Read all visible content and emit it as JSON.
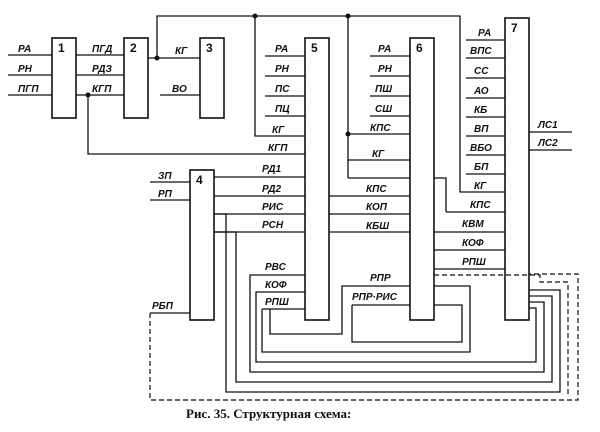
{
  "caption": "Рис. 35. Структурная схема:",
  "blocks": [
    {
      "id": "1",
      "label": "1"
    },
    {
      "id": "2",
      "label": "2"
    },
    {
      "id": "3",
      "label": "3"
    },
    {
      "id": "4",
      "label": "4"
    },
    {
      "id": "5",
      "label": "5"
    },
    {
      "id": "6",
      "label": "6"
    },
    {
      "id": "7",
      "label": "7"
    }
  ],
  "signals": {
    "b1_in": [
      "РА",
      "РН",
      "ПГП"
    ],
    "b2_in": [
      "ПГД",
      "РДЗ",
      "КГП"
    ],
    "b3_in": [
      "КГ",
      "ВО"
    ],
    "b4_in": [
      "ЗП",
      "РП"
    ],
    "b4_out_left": "РБП",
    "b5_in": [
      "РА",
      "РН",
      "ПС",
      "ПЦ",
      "КГ",
      "КГП",
      "РД1",
      "РД2",
      "РИС",
      "РСН",
      "РВС",
      "КОФ",
      "РПШ"
    ],
    "b6_in": [
      "РА",
      "РН",
      "ПШ",
      "СШ",
      "КПС",
      "КГ",
      "КПС",
      "КОП",
      "КБШ",
      "РПР",
      "РПР·РИС"
    ],
    "b7_in": [
      "РА",
      "ВПС",
      "СС",
      "АО",
      "КБ",
      "ВП",
      "ВБО",
      "БП",
      "КГ",
      "КПС",
      "КВМ",
      "КОФ",
      "РПШ"
    ],
    "b7_out": [
      "ЛС1",
      "ЛС2"
    ]
  }
}
